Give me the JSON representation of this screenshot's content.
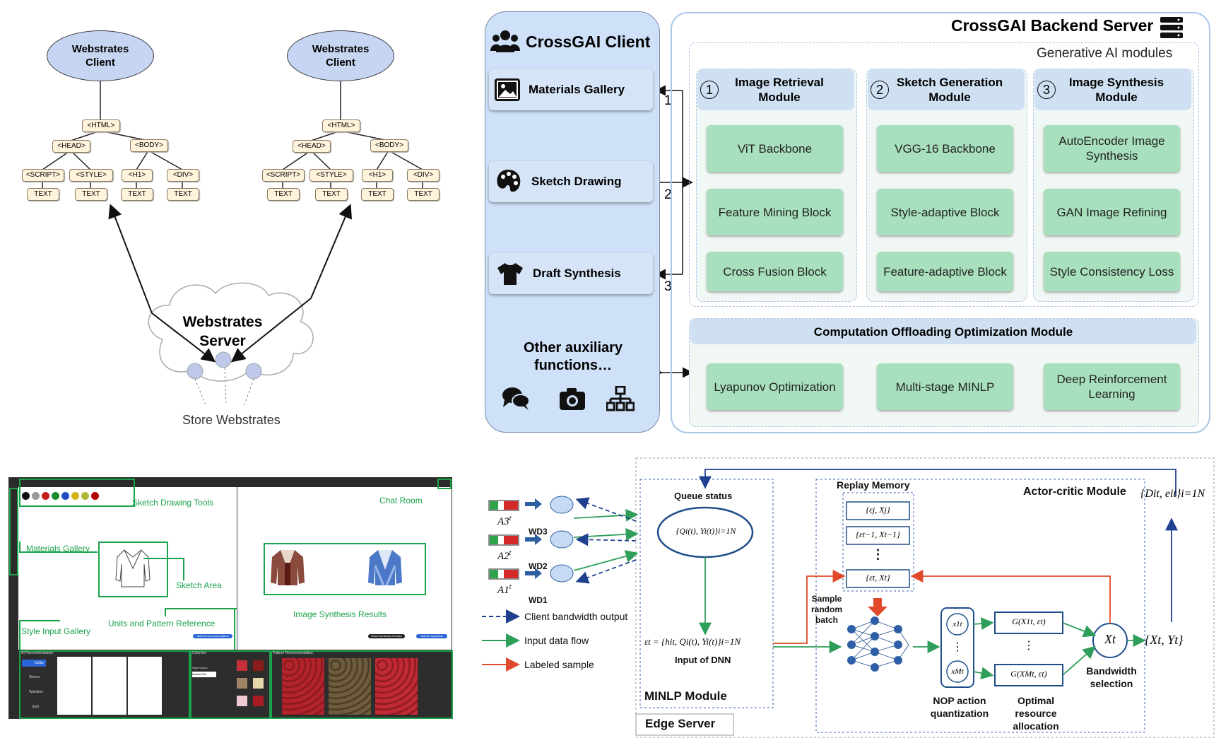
{
  "webstrates": {
    "client_label": "Webstrates\nClient",
    "server_label": "Webstrates\nServer",
    "store_label": "Store Webstrates",
    "tags": {
      "html": "<HTML>",
      "head": "<HEAD>",
      "body": "<BODY>",
      "script": "<SCRIPT>",
      "style": "<STYLE>",
      "h1": "<H1>",
      "div": "<DIV>",
      "text": "TEXT"
    }
  },
  "crossgai": {
    "client_title": "CrossGAI Client",
    "server_title": "CrossGAI Backend Server",
    "gen_modules_title": "Generative AI modules",
    "nav": [
      {
        "label": "Materials Gallery",
        "icon": "image-icon"
      },
      {
        "label": "Sketch Drawing",
        "icon": "palette-icon"
      },
      {
        "label": "Draft Synthesis",
        "icon": "shirt-icon"
      }
    ],
    "aux_label": "Other auxiliary functions…",
    "aux_icons": [
      "chat-icon",
      "camera-icon",
      "network-icon"
    ],
    "link_numbers": [
      "1",
      "2",
      "3"
    ],
    "modules": [
      {
        "num": "1",
        "title": "Image Retrieval Module",
        "blocks": [
          "ViT Backbone",
          "Feature Mining Block",
          "Cross Fusion Block"
        ]
      },
      {
        "num": "2",
        "title": "Sketch Generation Module",
        "blocks": [
          "VGG-16 Backbone",
          "Style-adaptive Block",
          "Feature-adaptive Block"
        ]
      },
      {
        "num": "3",
        "title": "Image Synthesis Module",
        "blocks": [
          "AutoEncoder Image Synthesis",
          "GAN  Image Refining",
          "Style Consistency Loss"
        ]
      }
    ],
    "offload_title": "Computation Offloading Optimization Module",
    "offload_blocks": [
      "Lyapunov Optimization",
      "Multi-stage MINLP",
      "Deep Reinforcement Learning"
    ]
  },
  "ui": {
    "labels": {
      "sketch_tools": "Sketch Drawing Tools",
      "chat_room": "Chat Room",
      "materials_gallery": "Materials Gallery",
      "sketch_area": "Sketch Area",
      "synthesis_results": "Image Synthesis Results",
      "units_pattern": "Units and Pattern Reference",
      "style_input": "Style Input Gallery"
    },
    "small": {
      "ai_rec": "AI Recommendation",
      "colorset": "ColorSet",
      "pattern_rec": "Pattern Recommendation",
      "collar": "Collar",
      "sleeve": "Sleeve",
      "waistline": "Waistline",
      "skirt": "Skirt",
      "style_option": "Style Option",
      "default_set": "Default Set",
      "start_rec": "Start AI Recommendation",
      "reset": "Reset Synthesis Results",
      "start_syn": "Start AI Synthesis"
    },
    "palette": [
      "#111111",
      "#999999",
      "#c41e1e",
      "#1a8c2e",
      "#1f4fc1",
      "#d4b21a",
      "#b5b53a",
      "#b00000"
    ]
  },
  "edge": {
    "wd_labels": [
      "WD3",
      "WD2",
      "WD1"
    ],
    "a_labels": [
      "A3",
      "A2",
      "A1"
    ],
    "t_sup": "t",
    "queue_status": "Queue status",
    "queue_expr": "{Qi(t), Yi(t)}i=1N",
    "input_expr": "εt = {hit, Qi(t), Yi(t)}i=1N",
    "input_dnn": "Input of DNN",
    "minlp": "MINLP Module",
    "edge_server": "Edge Server",
    "replay_memory": "Replay Memory",
    "replay_items": [
      "{εj, Xj}",
      "{εt−1, Xt−1}",
      "⋮",
      "{εt, Xt}"
    ],
    "sample_batch": "Sample\nrandom\nbatch",
    "actor_critic": "Actor-critic Module",
    "nop_items": [
      "x1t",
      "⋮",
      "xMt"
    ],
    "nop_label": "NOP action\nquantization",
    "g_items": [
      "G(X1t, εt)",
      "⋮",
      "G(XMt, εt)"
    ],
    "opt_label": "Optimal\nresource\nallocation",
    "xt": "Xt",
    "bandwidth_label": "Bandwidth\nselection",
    "output_expr": "{Xt, Yt}",
    "feedback_expr": "{Dit, eit}i=1N",
    "legend": [
      {
        "label": "Client bandwidth output",
        "color": "#1f3f8f",
        "style": "dashed"
      },
      {
        "label": "Input data flow",
        "color": "#2e9e5a",
        "style": "solid"
      },
      {
        "label": "Labeled sample",
        "color": "#e04a2a",
        "style": "solid"
      }
    ]
  }
}
